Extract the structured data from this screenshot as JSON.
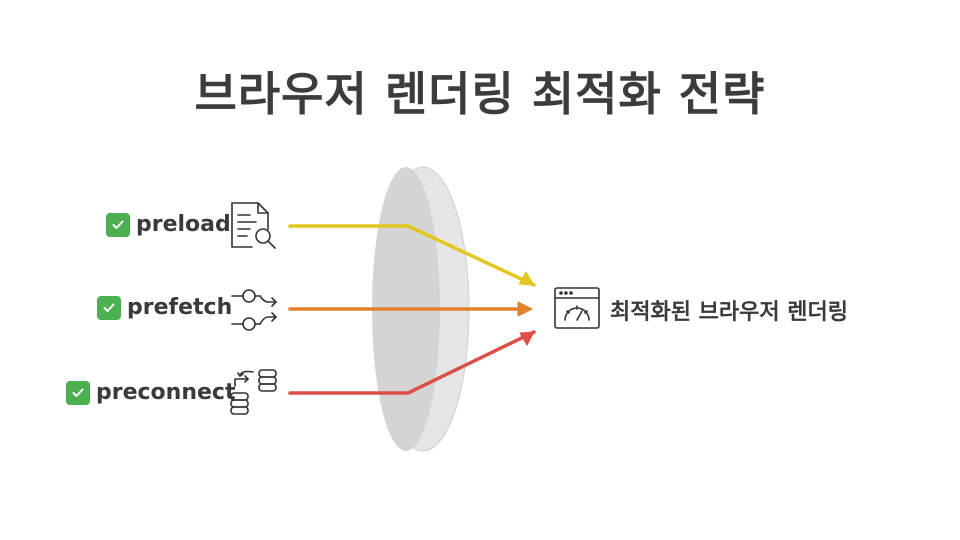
{
  "title": "브라우저 렌더링 최적화 전략",
  "items": [
    {
      "label": "preload",
      "icon": "document-search-icon",
      "color": "#e2c81e"
    },
    {
      "label": "prefetch",
      "icon": "data-flow-icon",
      "color": "#e0822c"
    },
    {
      "label": "preconnect",
      "icon": "server-connect-icon",
      "color": "#dd4f46"
    }
  ],
  "result": {
    "label": "최적화된 브라우저 렌더링",
    "icon": "browser-gauge-icon"
  },
  "colors": {
    "check": "#4caf50",
    "lens": "#d6d6d6",
    "text": "#3c3c3c"
  }
}
